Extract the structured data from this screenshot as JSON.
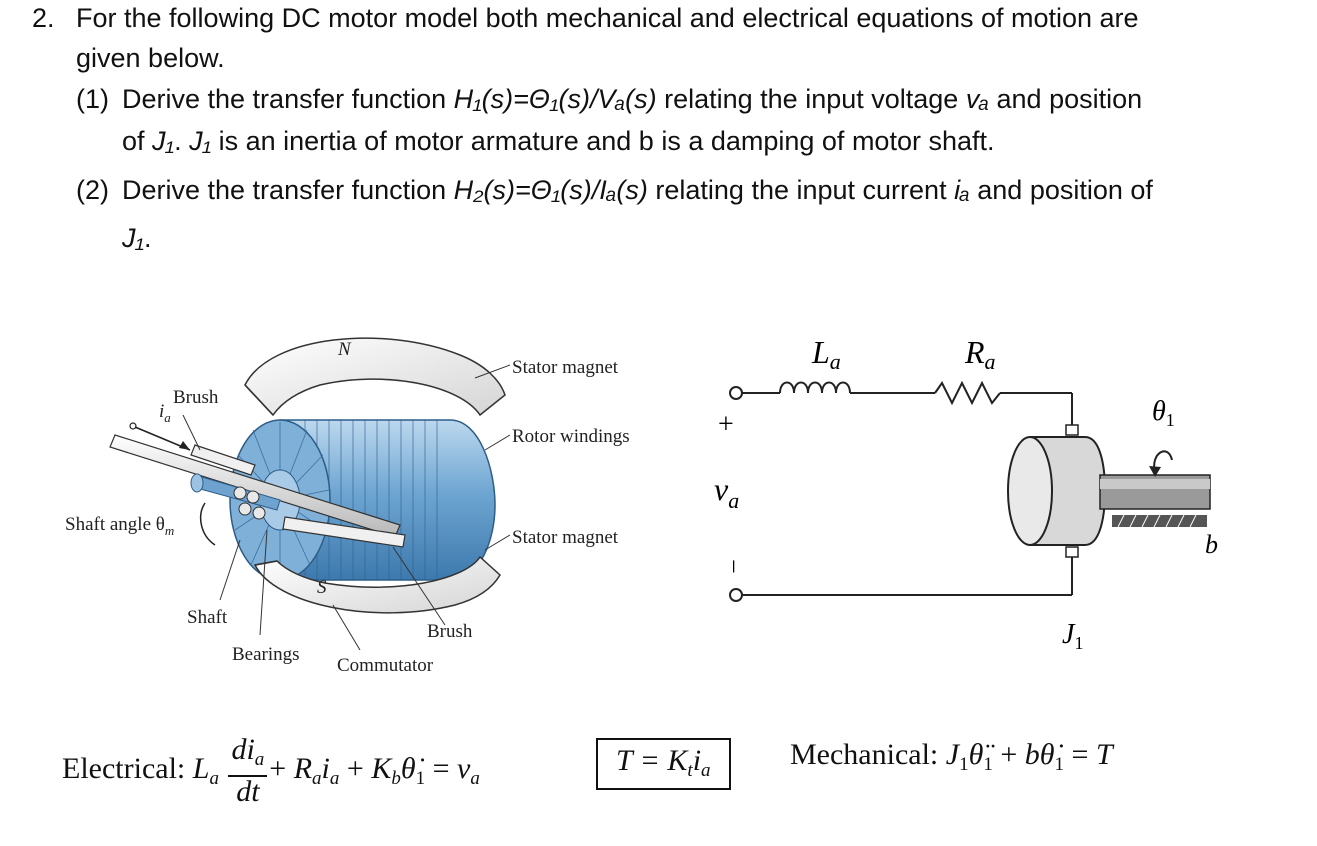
{
  "question": {
    "number": "2.",
    "intro_line1": "For the following DC motor model both mechanical and electrical equations of motion are",
    "intro_line2": "given below.",
    "part1": {
      "label": "(1)",
      "line1_pre": "Derive the transfer function ",
      "line1_func": "H₁(s)=Θ₁(s)/Vₐ(s)",
      "line1_post": " relating the input voltage ",
      "line1_var": "vₐ",
      "line1_end": " and position",
      "line2_pre": "of ",
      "line2_var1": "J₁",
      "line2_mid": ". ",
      "line2_var2": "J₁",
      "line2_post": " is an inertia of motor armature and b is a damping of motor shaft."
    },
    "part2": {
      "label": "(2)",
      "line1_pre": "Derive the transfer function ",
      "line1_func": "H₂(s)=Θ₁(s)/Iₐ(s)",
      "line1_post": " relating the input current ",
      "line1_var": "iₐ",
      "line1_end": " and position of",
      "line2_var": "J₁",
      "line2_post": "."
    }
  },
  "motor_diagram": {
    "stator_magnet_top": "Stator magnet",
    "rotor_windings": "Rotor windings",
    "stator_magnet_bottom": "Stator magnet",
    "brush_left": "Brush",
    "current_label": "i",
    "current_sub": "a",
    "shaft_angle": "Shaft angle θ",
    "shaft_angle_sub": "m",
    "shaft": "Shaft",
    "bearings": "Bearings",
    "commutator": "Commutator",
    "brush_bottom": "Brush",
    "north": "N",
    "south": "S"
  },
  "circuit_diagram": {
    "inductor": "L",
    "inductor_sub": "a",
    "resistor": "R",
    "resistor_sub": "a",
    "plus": "+",
    "minus": "−",
    "voltage": "v",
    "voltage_sub": "a",
    "theta": "θ",
    "theta_sub": "1",
    "damping": "b",
    "inertia": "J",
    "inertia_sub": "1"
  },
  "equations": {
    "electrical_label": "Electrical:",
    "torque_label": "T = K",
    "mechanical_label": "Mechanical:"
  }
}
